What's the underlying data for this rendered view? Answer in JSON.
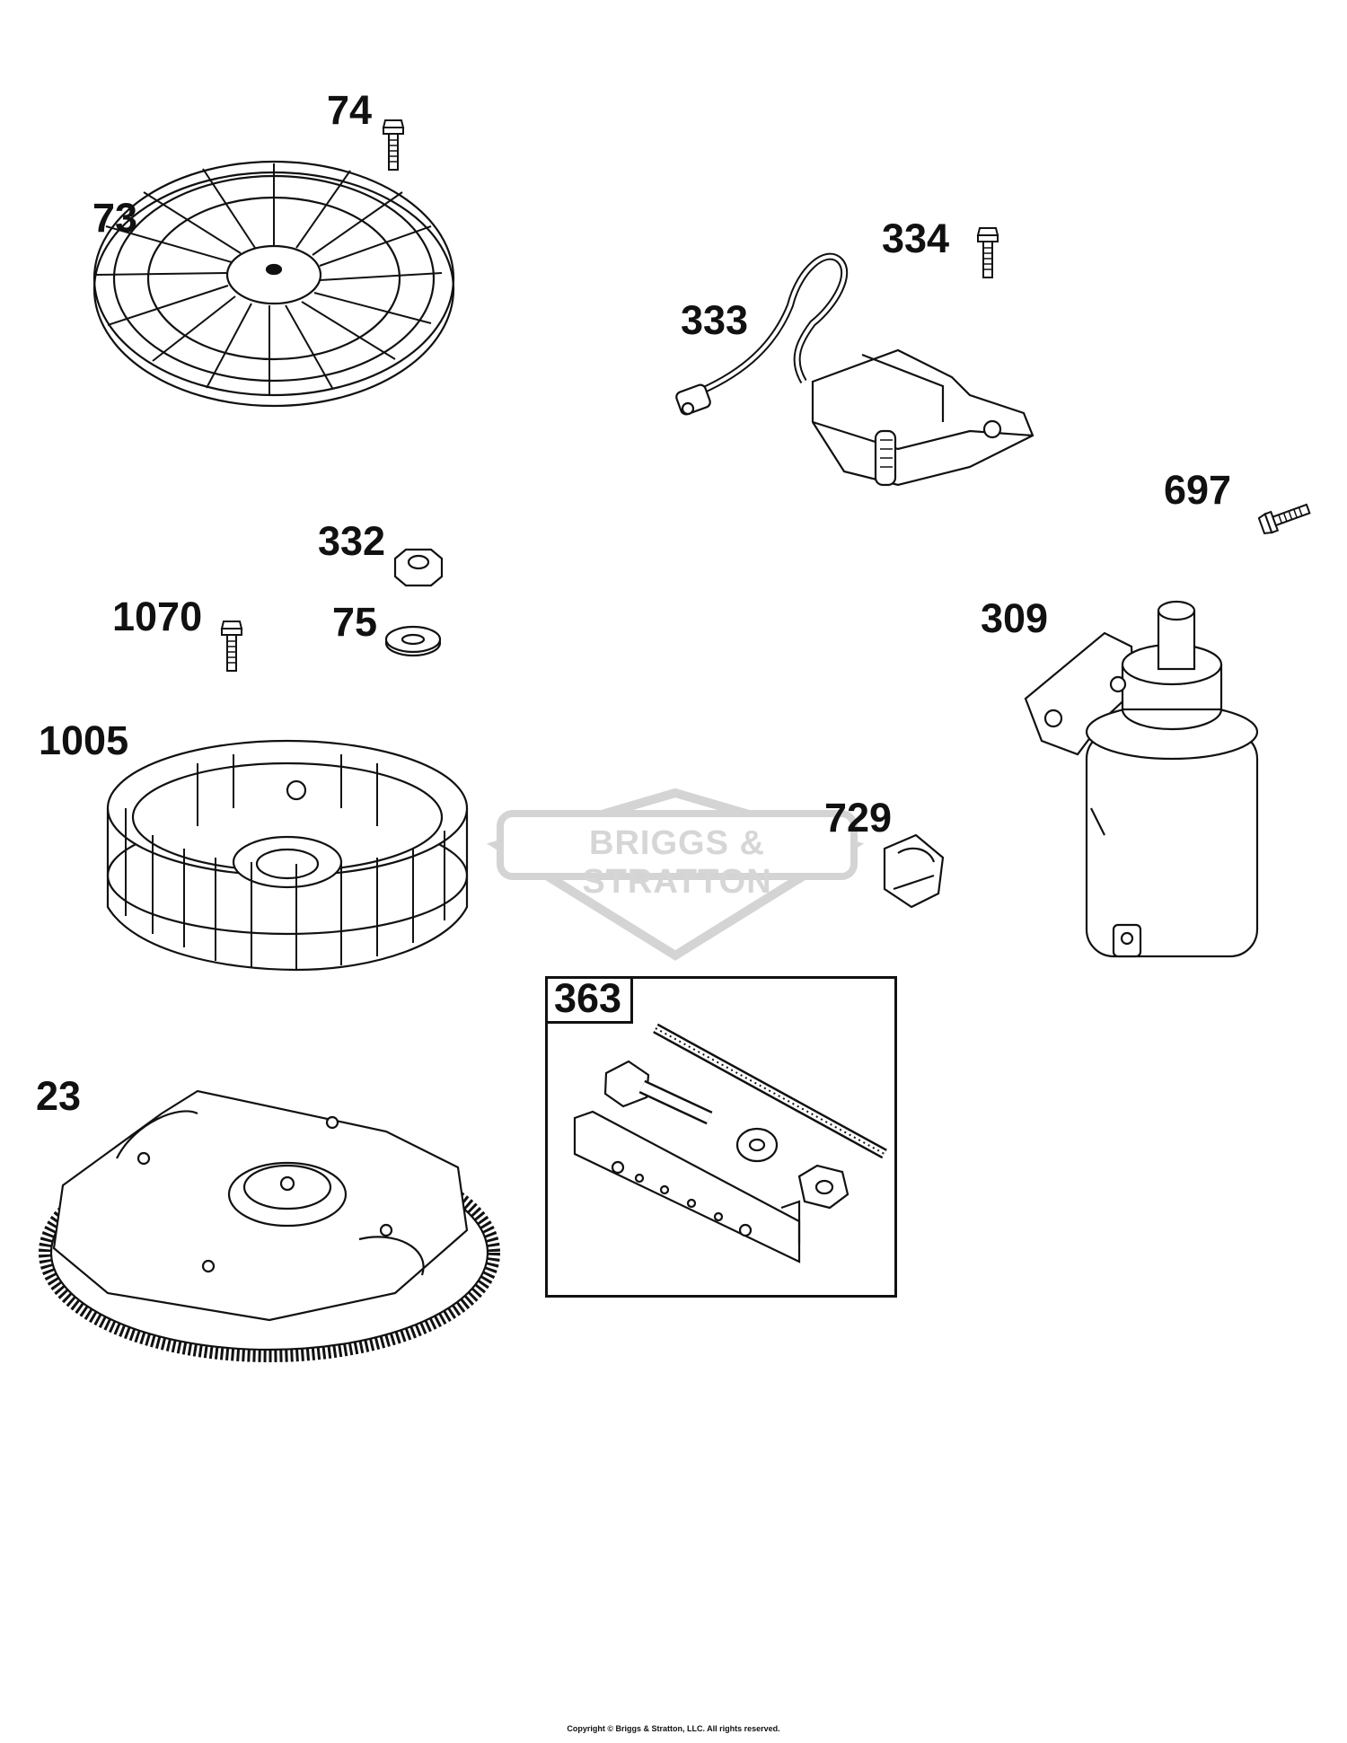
{
  "parts": [
    {
      "id": "74",
      "label": "74"
    },
    {
      "id": "73",
      "label": "73"
    },
    {
      "id": "334",
      "label": "334"
    },
    {
      "id": "333",
      "label": "333"
    },
    {
      "id": "697",
      "label": "697"
    },
    {
      "id": "332",
      "label": "332"
    },
    {
      "id": "1070",
      "label": "1070"
    },
    {
      "id": "75",
      "label": "75"
    },
    {
      "id": "309",
      "label": "309"
    },
    {
      "id": "1005",
      "label": "1005"
    },
    {
      "id": "729",
      "label": "729"
    },
    {
      "id": "363",
      "label": "363"
    },
    {
      "id": "23",
      "label": "23"
    }
  ],
  "watermark": "BRIGGS & STRATTON",
  "copyright": "Copyright © Briggs & Stratton, LLC. All rights reserved.",
  "colors": {
    "line": "#111111",
    "watermark": "#d9d9d9",
    "background": "#ffffff"
  }
}
